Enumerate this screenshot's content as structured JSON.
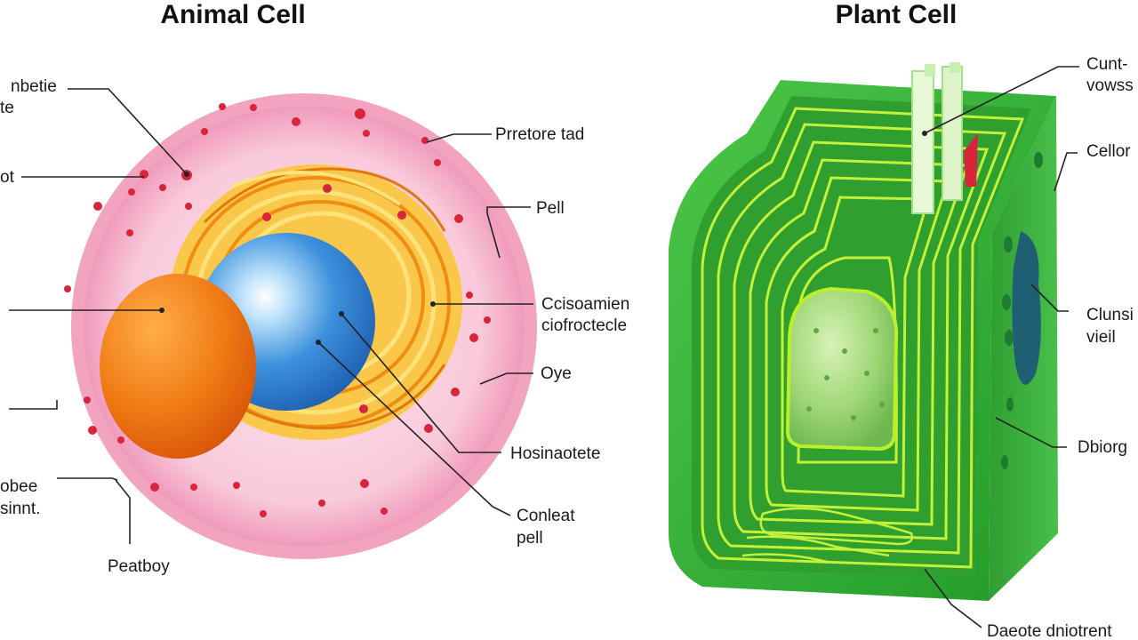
{
  "animal_cell": {
    "title": "Animal Cell",
    "labels": {
      "top_left_1": "nbetie",
      "top_left_2": "te",
      "left_mid": "ot",
      "right_1": "Prretore tad",
      "right_2": "Pell",
      "right_3a": "Ccisoamien",
      "right_3b": "ciofroctecle",
      "right_4": "Oye",
      "right_5": "Hosinaotete",
      "right_6a": "Conleat",
      "right_6b": "pell",
      "bottom_left_1": "obee",
      "bottom_left_2": "sinnt.",
      "bottom": "Peatboy"
    }
  },
  "plant_cell": {
    "title": "Plant Cell",
    "labels": {
      "r1a": "Cunt-",
      "r1b": "vowss",
      "r2": "Cellor",
      "r3a": "Clunsi",
      "r3b": "vieil",
      "r4": "Dbiorg",
      "bottom": "Daeote dniotrent"
    }
  },
  "colors": {
    "animal_membrane": "#f4a9c4",
    "animal_cytoplasm": "#f7c2d4",
    "golgi": "#f6b21c",
    "nucleus": "#3e92dd",
    "orange_organelle": "#f07a14",
    "red_dot": "#d8253c",
    "plant_wall": "#38b43a",
    "plant_inner": "#2e9f2f",
    "plant_lines": "#b9f02b",
    "chloroplast": "#93d06a",
    "vacuole": "#1e5f73"
  }
}
